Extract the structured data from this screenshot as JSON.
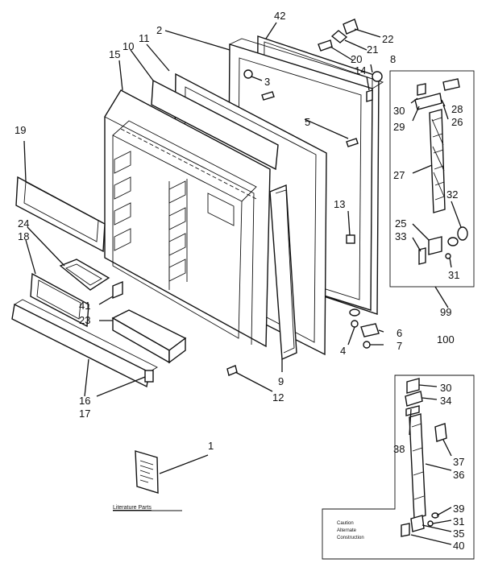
{
  "callouts": {
    "c1": "1",
    "c2": "2",
    "c3": "3",
    "c4": "4",
    "c5": "5",
    "c6": "6",
    "c7": "7",
    "c8": "8",
    "c9": "9",
    "c10": "10",
    "c11": "11",
    "c12": "12",
    "c13": "13",
    "c14": "14",
    "c15": "15",
    "c16": "16",
    "c17": "17",
    "c18": "18",
    "c19": "19",
    "c20": "20",
    "c21": "21",
    "c22": "22",
    "c23": "23",
    "c24": "24",
    "c25": "25",
    "c26": "26",
    "c27": "27",
    "c28": "28",
    "c29": "29",
    "c30a": "30",
    "c30b": "30",
    "c31a": "31",
    "c31b": "31",
    "c32": "32",
    "c33": "33",
    "c34": "34",
    "c35": "35",
    "c36": "36",
    "c37": "37",
    "c38": "38",
    "c39": "39",
    "c40": "40",
    "c41": "41",
    "c42": "42",
    "c99": "99",
    "c100": "100"
  },
  "literature_caption": "Literature Parts",
  "caution_note": [
    "Caution",
    "Alternate",
    "Construction"
  ]
}
